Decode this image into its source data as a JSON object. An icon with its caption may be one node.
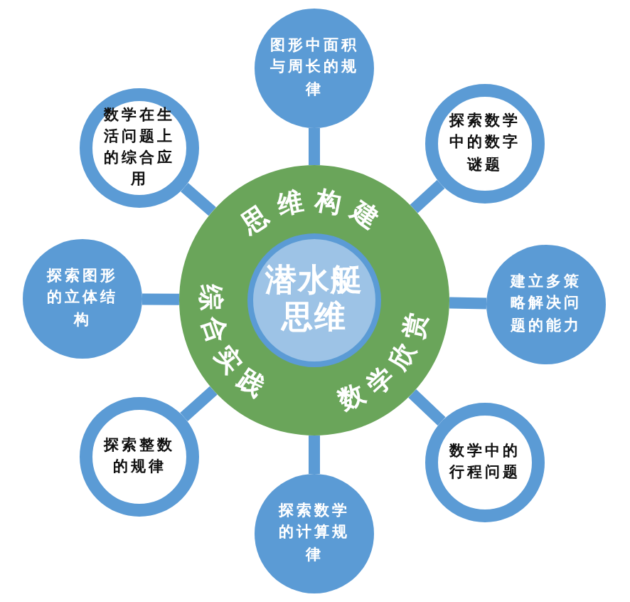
{
  "diagram": {
    "nodes": [
      {
        "text": [
          "思维构建",
          "综合实践",
          "数学欣赏"
        ]
      },
      {
        "text": [
          "潜水艇思维"
        ],
        "in": 0
      },
      {
        "text": [
          "图形中面积与周长的规律"
        ]
      },
      {
        "text": [
          "探索数学中的数字谜题"
        ]
      },
      {
        "text": [
          "建立多策略解决问题的能力"
        ]
      },
      {
        "text": [
          "数学中的行程问题"
        ]
      },
      {
        "text": [
          "探索数学的计算规律"
        ]
      },
      {
        "text": [
          "探索整数的规律"
        ]
      },
      {
        "text": [
          "探索图形的立体结构"
        ]
      },
      {
        "text": [
          "数学在生活问题上的综合应用"
        ]
      }
    ],
    "edges": [
      {
        "from": 0,
        "to": 2,
        "arrow": "none"
      },
      {
        "from": 0,
        "to": 3,
        "arrow": "none"
      },
      {
        "from": 0,
        "to": 4,
        "arrow": "none"
      },
      {
        "from": 0,
        "to": 5,
        "arrow": "none"
      },
      {
        "from": 0,
        "to": 6,
        "arrow": "none"
      },
      {
        "from": 0,
        "to": 7,
        "arrow": "none"
      },
      {
        "from": 0,
        "to": 8,
        "arrow": "none"
      },
      {
        "from": 0,
        "to": 9,
        "arrow": "none"
      }
    ]
  }
}
